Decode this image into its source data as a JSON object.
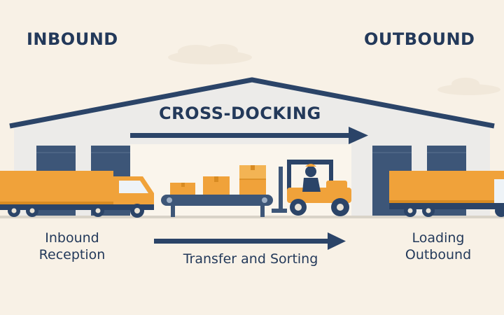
{
  "headings": {
    "inbound": "INBOUND",
    "outbound": "OUTBOUND",
    "center": "CROSS-DOCKING"
  },
  "steps": {
    "left_line1": "Inbound",
    "left_line2": "Reception",
    "middle": "Transfer and Sorting",
    "right_line1": "Loading",
    "right_line2": "Outbound"
  },
  "colors": {
    "background": "#f8f1e6",
    "navy": "#23395a",
    "orange": "#f0a23a",
    "wall": "#ecebe9",
    "door": "#3d5678"
  },
  "icons": [
    "warehouse-icon",
    "truck-icon",
    "conveyor-icon",
    "box-icon",
    "forklift-icon",
    "arrow-right-icon"
  ]
}
